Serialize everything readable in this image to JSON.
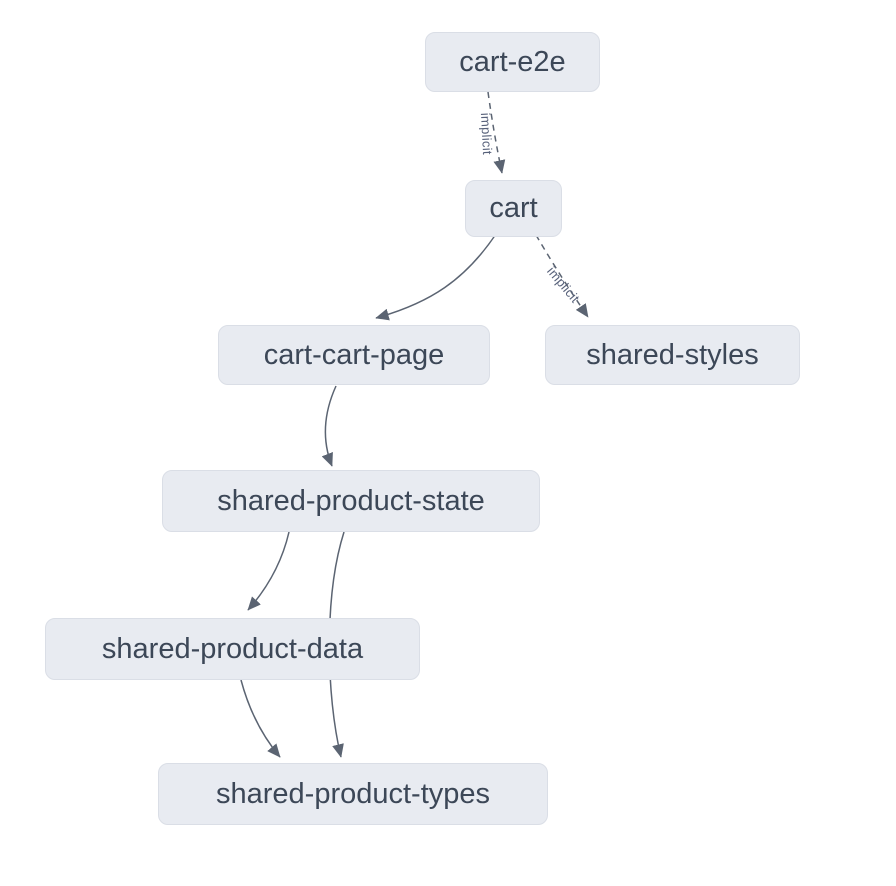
{
  "diagram": {
    "type": "dependency-graph",
    "nodes": [
      {
        "id": "cart-e2e",
        "label": "cart-e2e"
      },
      {
        "id": "cart",
        "label": "cart"
      },
      {
        "id": "cart-cart-page",
        "label": "cart-cart-page"
      },
      {
        "id": "shared-styles",
        "label": "shared-styles"
      },
      {
        "id": "shared-product-state",
        "label": "shared-product-state"
      },
      {
        "id": "shared-product-data",
        "label": "shared-product-data"
      },
      {
        "id": "shared-product-types",
        "label": "shared-product-types"
      }
    ],
    "edges": [
      {
        "from": "cart-e2e",
        "to": "cart",
        "label": "implicit",
        "style": "dashed"
      },
      {
        "from": "cart",
        "to": "cart-cart-page",
        "label": "",
        "style": "solid"
      },
      {
        "from": "cart",
        "to": "shared-styles",
        "label": "implicit",
        "style": "dashed"
      },
      {
        "from": "cart-cart-page",
        "to": "shared-product-state",
        "label": "",
        "style": "solid"
      },
      {
        "from": "shared-product-state",
        "to": "shared-product-data",
        "label": "",
        "style": "solid"
      },
      {
        "from": "shared-product-state",
        "to": "shared-product-types",
        "label": "",
        "style": "solid"
      },
      {
        "from": "shared-product-data",
        "to": "shared-product-types",
        "label": "",
        "style": "solid"
      }
    ],
    "colors": {
      "background": "#ffffff",
      "node_fill": "#e8ebf1",
      "node_border": "#dadee6",
      "node_text": "#3c4757",
      "edge": "#5b6472",
      "edge_label": "#57617a"
    }
  }
}
